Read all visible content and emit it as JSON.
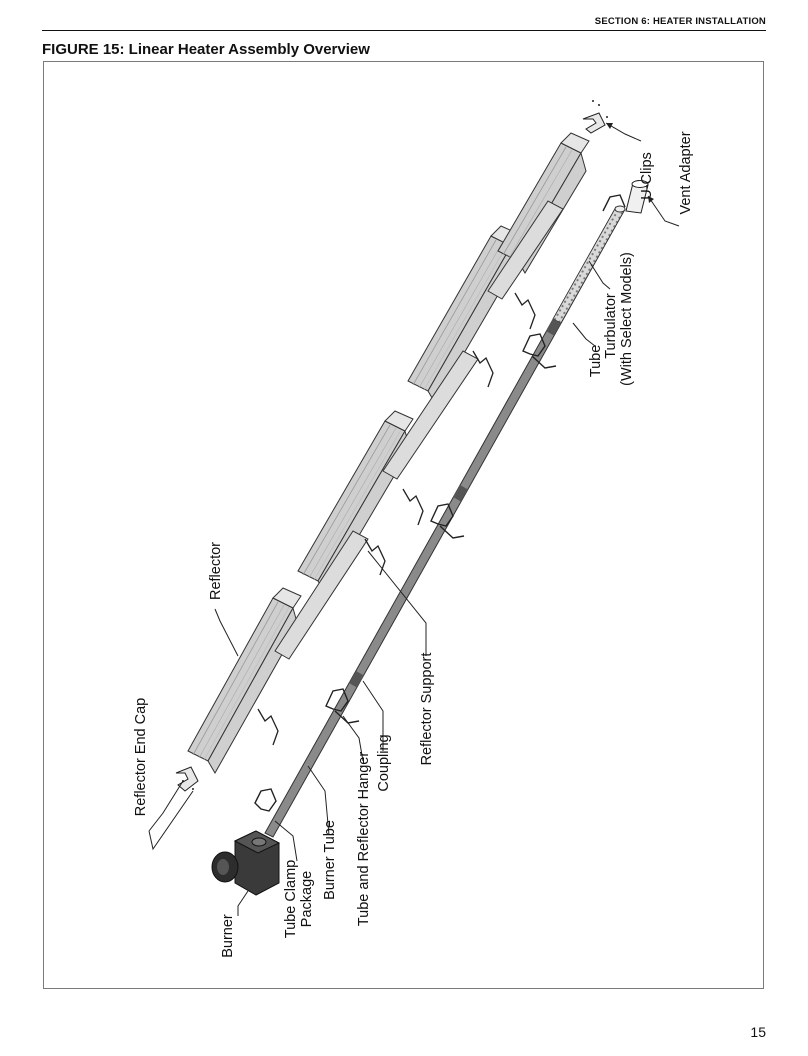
{
  "header": {
    "section": "SECTION 6: HEATER INSTALLATION"
  },
  "figure": {
    "title": "FIGURE 15: Linear Heater Assembly Overview",
    "labels": {
      "u_clips": "U-Clips",
      "vent_adapter": "Vent Adapter",
      "turbulator_1": "Turbulator",
      "turbulator_2": "(With Select Models)",
      "tube": "Tube",
      "reflector": "Reflector",
      "reflector_support": "Reflector Support",
      "coupling": "Coupling",
      "tube_reflector_hanger": "Tube and Reflector Hanger",
      "burner_tube": "Burner Tube",
      "tube_clamp_1": "Tube Clamp",
      "tube_clamp_2": "Package",
      "burner": "Burner",
      "reflector_end_cap": "Reflector End Cap"
    }
  },
  "footer": {
    "page_number": "15"
  }
}
